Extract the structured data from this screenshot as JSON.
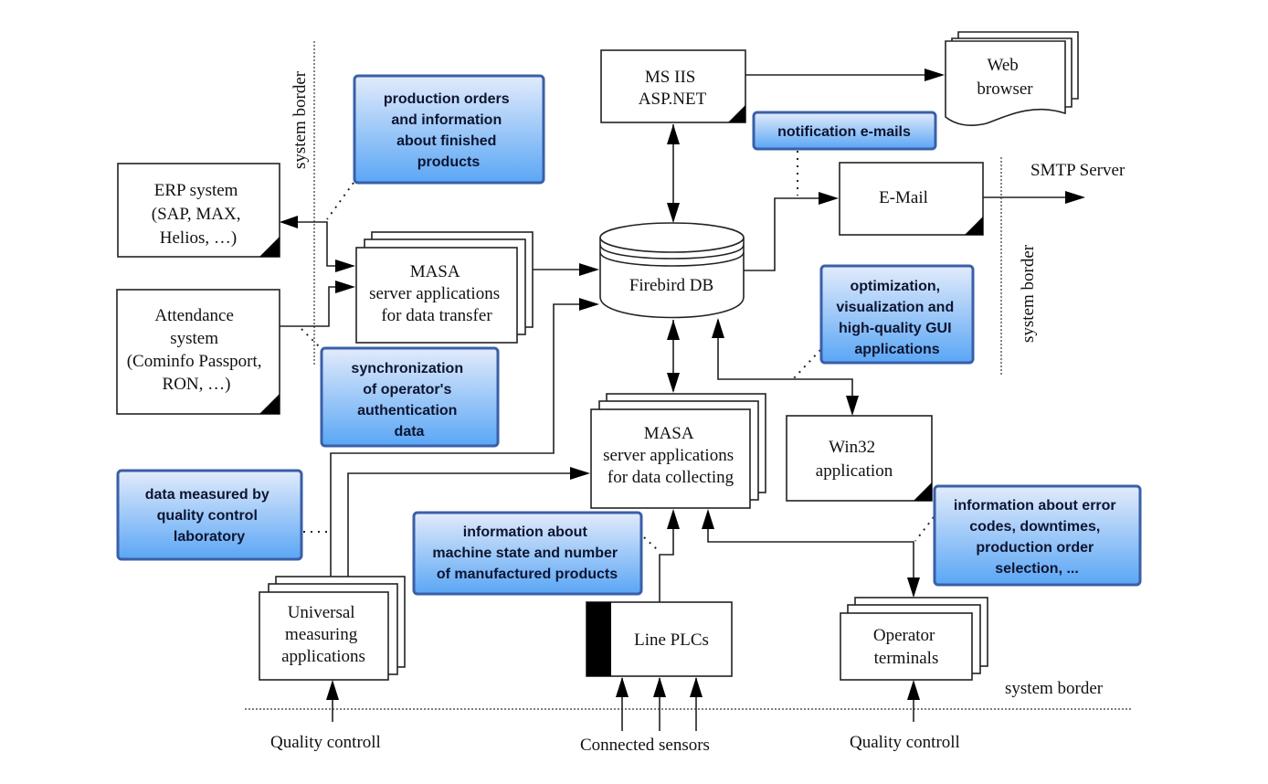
{
  "title": "MASA system architecture",
  "nodes": {
    "erp": {
      "lines": [
        "ERP system",
        "(SAP, MAX,",
        "Helios, …)"
      ]
    },
    "attendance": {
      "lines": [
        "Attendance",
        "system",
        "(Cominfo Passport,",
        "RON, …)"
      ]
    },
    "masa_transfer": {
      "lines": [
        "MASA",
        "server applications",
        "for data transfer"
      ]
    },
    "ms_iis": {
      "lines": [
        "MS IIS",
        "ASP.NET"
      ]
    },
    "web_browser": {
      "lines": [
        "Web",
        "browser"
      ]
    },
    "firebird": {
      "lines": [
        "Firebird DB"
      ]
    },
    "email": {
      "lines": [
        "E-Mail"
      ]
    },
    "masa_collect": {
      "lines": [
        "MASA",
        "server applications",
        "for data collecting"
      ]
    },
    "win32": {
      "lines": [
        "Win32",
        "application"
      ]
    },
    "universal": {
      "lines": [
        "Universal",
        "measuring",
        "applications"
      ]
    },
    "line_plcs": {
      "lines": [
        "Line PLCs"
      ]
    },
    "operator_terminals": {
      "lines": [
        "Operator",
        "terminals"
      ]
    }
  },
  "callouts": {
    "production_orders": {
      "lines": [
        "production orders",
        "and information",
        "about finished",
        "products"
      ]
    },
    "notification": {
      "lines": [
        "notification e-mails"
      ]
    },
    "optimization": {
      "lines": [
        "optimization,",
        "visualization and",
        "high-quality GUI",
        "applications"
      ]
    },
    "synchronization": {
      "lines": [
        "synchronization",
        "of operator's",
        "authentication",
        "data"
      ]
    },
    "quality_lab": {
      "lines": [
        "data measured by",
        "quality control",
        "laboratory"
      ]
    },
    "machine_state": {
      "lines": [
        "information about",
        "machine state and number",
        "of manufactured products"
      ]
    },
    "error_codes": {
      "lines": [
        "information about error",
        "codes, downtimes,",
        "production order",
        "selection, ..."
      ]
    }
  },
  "labels": {
    "system_border_left": "system border",
    "system_border_right": "system border",
    "system_border_bottom": "system border",
    "smtp_server": "SMTP Server",
    "quality_controll_left": "Quality controll",
    "connected_sensors": "Connected sensors",
    "quality_controll_right": "Quality controll"
  },
  "colors": {
    "callout_top": "#dfe9fb",
    "callout_bottom": "#5aa6f5",
    "callout_border": "#3a5fa8"
  }
}
